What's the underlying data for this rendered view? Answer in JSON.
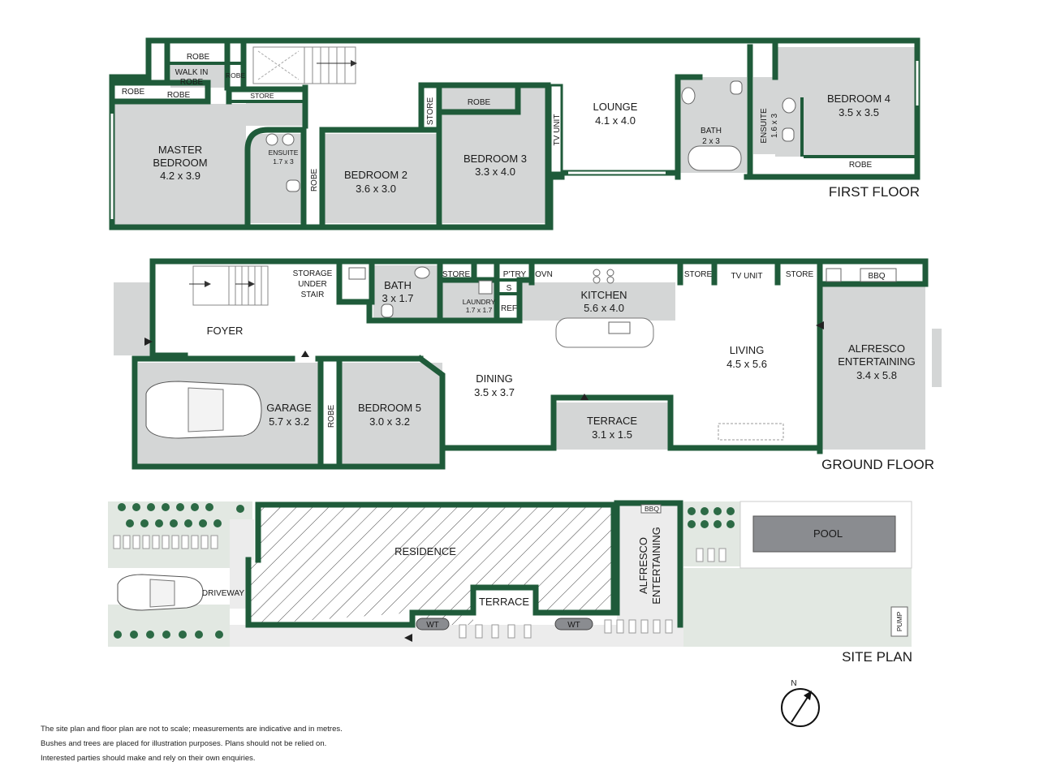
{
  "floors": {
    "first": "FIRST FLOOR",
    "ground": "GROUND FLOOR",
    "site": "SITE PLAN"
  },
  "first_floor": {
    "master_bedroom": [
      "MASTER",
      "BEDROOM",
      "4.2 x 3.9"
    ],
    "walk_in_robe": [
      "WALK IN",
      "ROBE"
    ],
    "robe": "ROBE",
    "store": "STORE",
    "ensuite_master": [
      "ENSUITE",
      "1.7 x 3"
    ],
    "bedroom2": [
      "BEDROOM 2",
      "3.6 x 3.0"
    ],
    "bedroom3": [
      "BEDROOM 3",
      "3.3 x 4.0"
    ],
    "tv_unit": "TV UNIT",
    "lounge": [
      "LOUNGE",
      "4.1 x 4.0"
    ],
    "bath": [
      "BATH",
      "2 x 3"
    ],
    "ensuite_b4": [
      "ENSUITE",
      "1.6 x 3"
    ],
    "bedroom4": [
      "BEDROOM 4",
      "3.5 x 3.5"
    ]
  },
  "ground_floor": {
    "storage": [
      "STORAGE",
      "UNDER",
      "STAIR"
    ],
    "foyer": "FOYER",
    "bath": [
      "BATH",
      "3 x 1.7"
    ],
    "store": "STORE",
    "laundry": [
      "LAUNDRY",
      "1.7 x 1.7"
    ],
    "pantry": "P'TRY",
    "s": "S",
    "ref": "REF",
    "oven": "OVN",
    "kitchen": [
      "KITCHEN",
      "5.6 x 4.0"
    ],
    "tv_unit": "TV UNIT",
    "bbq": "BBQ",
    "living": [
      "LIVING",
      "4.5 x 5.6"
    ],
    "alfresco": [
      "ALFRESCO",
      "ENTERTAINING",
      "3.4 x 5.8"
    ],
    "garage": [
      "GARAGE",
      "5.7 x 3.2"
    ],
    "robe": "ROBE",
    "bedroom5": [
      "BEDROOM 5",
      "3.0 x 3.2"
    ],
    "dining": [
      "DINING",
      "3.5 x 3.7"
    ],
    "terrace": [
      "TERRACE",
      "3.1 x 1.5"
    ]
  },
  "site_plan": {
    "residence": "RESIDENCE",
    "driveway": "DRIVEWAY",
    "terrace": "TERRACE",
    "wt": "WT",
    "bbq": "BBQ",
    "alfresco": [
      "ALFRESCO",
      "ENTERTAINING"
    ],
    "pool": "POOL",
    "pump": "PUMP"
  },
  "compass": "N",
  "disclaimer": [
    "The site plan and floor plan are not to scale; measurements are indicative and in metres.",
    "Bushes and trees are placed for illustration purposes. Plans should not be relied on.",
    "Interested parties should make and rely on their own enquiries."
  ],
  "colors": {
    "wall": "#1f5b3a",
    "floor": "#d4d6d6",
    "grass": "#e2e8e2"
  }
}
